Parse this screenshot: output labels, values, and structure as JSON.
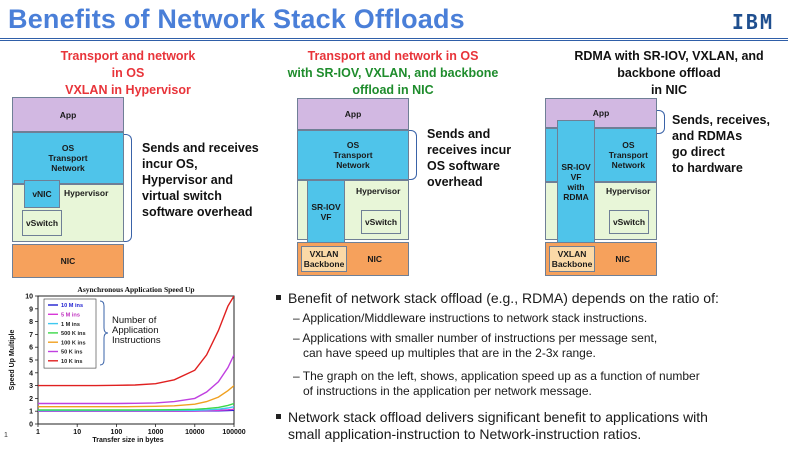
{
  "header": {
    "title": "Benefits of Network Stack Offloads",
    "logo": "IBM"
  },
  "columns": {
    "left": {
      "heading": [
        "Transport and network",
        "in OS",
        "VXLAN in Hypervisor"
      ],
      "boxes": {
        "app": "App",
        "os": [
          "OS",
          "Transport",
          "Network"
        ],
        "vnic": "vNIC",
        "hypervisor": "Hypervisor",
        "vswitch": "vSwitch",
        "nic": "NIC"
      },
      "note": [
        "Sends and receives",
        "incur OS,",
        "Hypervisor and",
        "virtual switch",
        "software overhead"
      ]
    },
    "middle": {
      "heading_red": "Transport and network in OS",
      "heading_green": [
        "with SR-IOV, VXLAN, and backbone",
        "offload in NIC"
      ],
      "boxes": {
        "app": "App",
        "os": [
          "OS",
          "Transport",
          "Network"
        ],
        "sriov": [
          "SR-IOV",
          "VF"
        ],
        "hypervisor": "Hypervisor",
        "vswitch": "vSwitch",
        "vxlan": [
          "VXLAN",
          "Backbone"
        ],
        "nic": "NIC"
      },
      "note": [
        "Sends and",
        "receives incur",
        "OS software",
        "overhead"
      ]
    },
    "right": {
      "heading": [
        "RDMA with SR-IOV, VXLAN, and",
        "backbone offload",
        "in NIC"
      ],
      "boxes": {
        "app": "App",
        "os": [
          "OS",
          "Transport",
          "Network"
        ],
        "sriov": [
          "SR-IOV",
          "VF",
          "with",
          "RDMA"
        ],
        "hypervisor": "Hypervisor",
        "vswitch": "vSwitch",
        "vxlan": [
          "VXLAN",
          "Backbone"
        ],
        "nic": "NIC"
      },
      "note": [
        "Sends, receives,",
        "and RDMAs",
        "go direct",
        "to hardware"
      ]
    }
  },
  "bullets": {
    "b1": "Benefit of network stack offload (e.g., RDMA) depends on the ratio of:",
    "s1": "– Application/Middleware instructions   to   network stack instructions.",
    "s2": [
      "– Applications with smaller number of instructions per message sent,",
      "can have speed up multiples that are in the 2-3x range."
    ],
    "s3": [
      "– The graph on the left, shows, application speed up as a function of number",
      "of instructions in the application per network message."
    ],
    "b2": [
      "Network stack offload delivers significant benefit to applications with",
      "small application-instruction to Network-instruction ratios."
    ]
  },
  "page_number": "1",
  "chart_data": {
    "type": "line",
    "title": "Asynchronous Application Speed Up",
    "xlabel": "Transfer size in bytes",
    "ylabel": "Speed Up Multiple",
    "xscale": "log",
    "x_ticks": [
      "1",
      "10",
      "100",
      "1000",
      "10000",
      "100000"
    ],
    "y_ticks": [
      "0",
      "1",
      "2",
      "3",
      "4",
      "5",
      "6",
      "7",
      "8",
      "9",
      "10"
    ],
    "xlim": [
      1,
      100000
    ],
    "ylim": [
      0,
      10
    ],
    "legend_title": [
      "Number of",
      "Application",
      "Instructions"
    ],
    "legend_position": "top-left",
    "x": [
      1,
      3,
      10,
      30,
      100,
      300,
      1000,
      3000,
      10000,
      20000,
      40000,
      70000,
      100000
    ],
    "series": [
      {
        "name": "10 M ins",
        "color": "#1f1fd0",
        "values": [
          1.0,
          1.0,
          1.0,
          1.0,
          1.0,
          1.0,
          1.0,
          1.0,
          1.01,
          1.02,
          1.03,
          1.05,
          1.07
        ]
      },
      {
        "name": "5 M ins",
        "color": "#d838d8",
        "values": [
          1.0,
          1.0,
          1.0,
          1.0,
          1.0,
          1.0,
          1.0,
          1.0,
          1.02,
          1.04,
          1.07,
          1.11,
          1.15
        ]
      },
      {
        "name": "1 M ins",
        "color": "#3fc8f0",
        "values": [
          1.05,
          1.05,
          1.05,
          1.05,
          1.05,
          1.05,
          1.05,
          1.06,
          1.07,
          1.1,
          1.16,
          1.25,
          1.35
        ]
      },
      {
        "name": "500 K ins",
        "color": "#3cd84a",
        "values": [
          1.1,
          1.1,
          1.1,
          1.1,
          1.1,
          1.1,
          1.11,
          1.12,
          1.15,
          1.2,
          1.3,
          1.45,
          1.6
        ]
      },
      {
        "name": "100 K ins",
        "color": "#f0a020",
        "values": [
          1.35,
          1.35,
          1.35,
          1.35,
          1.35,
          1.36,
          1.38,
          1.42,
          1.55,
          1.75,
          2.1,
          2.6,
          3.0
        ]
      },
      {
        "name": "50 K ins",
        "color": "#c040e0",
        "values": [
          1.6,
          1.6,
          1.6,
          1.6,
          1.6,
          1.62,
          1.65,
          1.75,
          2.0,
          2.5,
          3.3,
          4.4,
          5.4
        ]
      },
      {
        "name": "10 K ins",
        "color": "#e02020",
        "values": [
          3.0,
          3.0,
          3.0,
          3.0,
          3.02,
          3.05,
          3.15,
          3.45,
          4.2,
          5.4,
          7.3,
          9.2,
          10.0
        ]
      }
    ]
  }
}
